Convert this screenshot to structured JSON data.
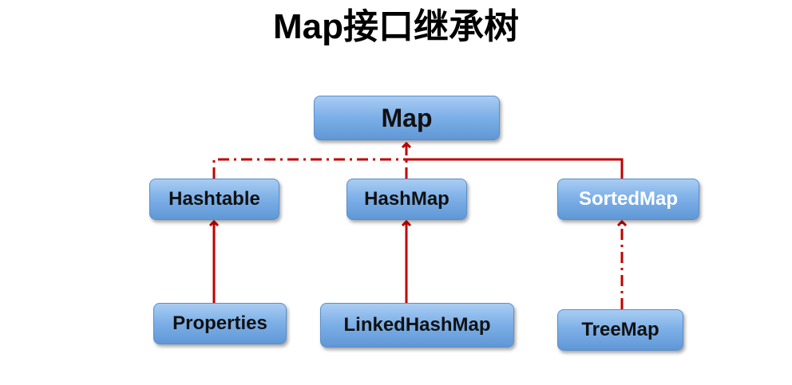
{
  "title": "Map接口继承树",
  "nodes": {
    "map": "Map",
    "hashtable": "Hashtable",
    "hashmap": "HashMap",
    "sortedmap": "SortedMap",
    "properties": "Properties",
    "linkedhashmap": "LinkedHashMap",
    "treemap": "TreeMap"
  },
  "colors": {
    "connector": "#c00000",
    "node_top": "#a9cdf3",
    "node_bottom": "#5f97d6"
  }
}
